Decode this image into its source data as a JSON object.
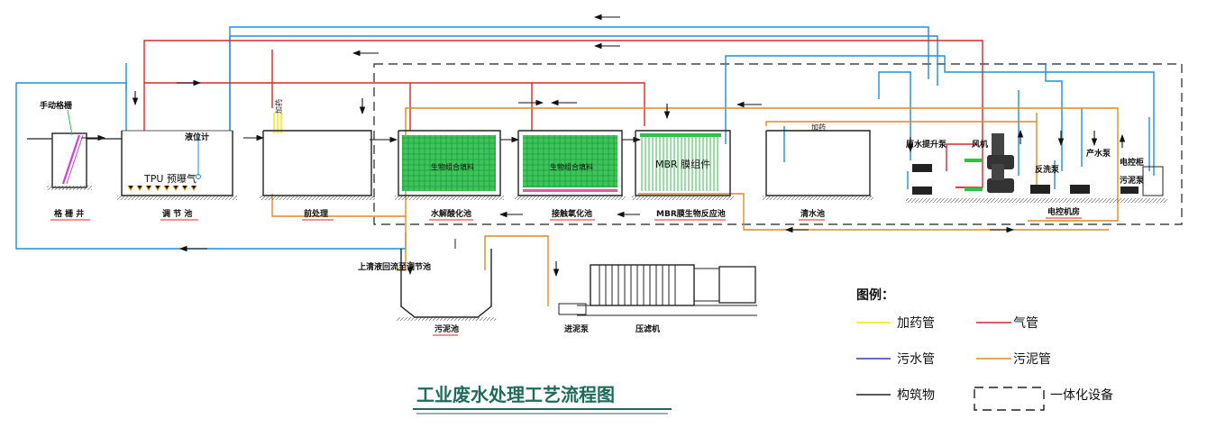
{
  "diagram": {
    "title": "工业废水处理工艺流程图",
    "units": {
      "grille_well": "格 栅 井",
      "regulating_tank": "调 节 池",
      "pretreatment": "前处理",
      "hydrolysis_tank": "水解酸化池",
      "contact_oxidation_tank": "接触氧化池",
      "mbr_reactor": "MBR膜生物反应池",
      "clear_water_tank": "清水池",
      "control_room": "电控机房",
      "sludge_tank": "污泥池",
      "filter_press": "压滤机",
      "sludge_feed_pump": "进泥泵"
    },
    "annotations": {
      "manual_grille": "手动格栅",
      "level_gauge": "液位计",
      "tpu_aerator": "TPU 预曝气",
      "hydrolysis_media": "生物组合填料",
      "contact_media": "生物组合填料",
      "mbr_module": "MBR 膜组件",
      "raw_water_pump": "原水提升泵",
      "blower": "风机",
      "product_pump": "产水泵",
      "control_cabinet": "电控柜",
      "backwash_pump": "反洗泵",
      "sludge_pump": "污泥泵",
      "supernatant_return": "上清液回流至调节池",
      "dosing": "加药",
      "dosing2": "加药"
    },
    "colors": {
      "dosing_pipe": "#f2e600",
      "air_pipe": "#d62828",
      "sewage_pipe": "#1f8fd6",
      "sludge_pipe": "#e08a1e",
      "structure": "#222222",
      "media_green": "#2fbf4a",
      "title_green": "#1e6b5d"
    }
  },
  "legend": {
    "heading": "图例：",
    "items": [
      {
        "label": "加药管",
        "color": "#f2e600",
        "style": "solid"
      },
      {
        "label": "气管",
        "color": "#d62828",
        "style": "solid"
      },
      {
        "label": "污水管",
        "color": "#2f3fbf",
        "style": "solid"
      },
      {
        "label": "污泥管",
        "color": "#e08a1e",
        "style": "solid"
      },
      {
        "label": "构筑物",
        "color": "#222222",
        "style": "solid"
      },
      {
        "label": "一体化设备",
        "color": "#222222",
        "style": "dashed"
      }
    ]
  }
}
